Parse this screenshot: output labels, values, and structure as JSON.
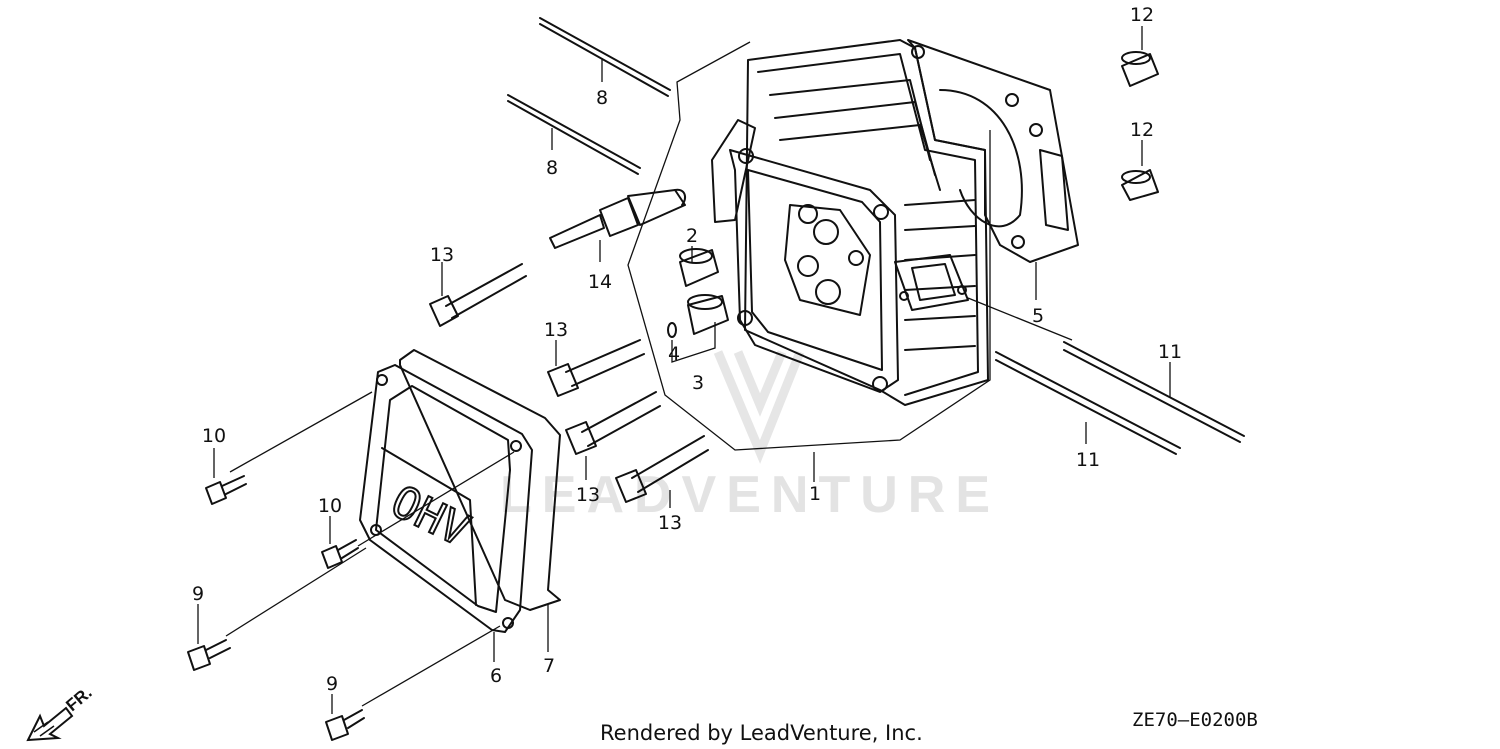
{
  "parts": [
    {
      "id": "part-1",
      "label": "1"
    },
    {
      "id": "part-2",
      "label": "2"
    },
    {
      "id": "part-3",
      "label": "3"
    },
    {
      "id": "part-4",
      "label": "4"
    },
    {
      "id": "part-5",
      "label": "5"
    },
    {
      "id": "part-6",
      "label": "6"
    },
    {
      "id": "part-7",
      "label": "7"
    },
    {
      "id": "part-8a",
      "label": "8"
    },
    {
      "id": "part-8b",
      "label": "8"
    },
    {
      "id": "part-9a",
      "label": "9"
    },
    {
      "id": "part-9b",
      "label": "9"
    },
    {
      "id": "part-10a",
      "label": "10"
    },
    {
      "id": "part-10b",
      "label": "10"
    },
    {
      "id": "part-11a",
      "label": "11"
    },
    {
      "id": "part-11b",
      "label": "11"
    },
    {
      "id": "part-12a",
      "label": "12"
    },
    {
      "id": "part-12b",
      "label": "12"
    },
    {
      "id": "part-13a",
      "label": "13"
    },
    {
      "id": "part-13b",
      "label": "13"
    },
    {
      "id": "part-13c",
      "label": "13"
    },
    {
      "id": "part-13d",
      "label": "13"
    },
    {
      "id": "part-14",
      "label": "14"
    }
  ],
  "cover_text": "OHV",
  "direction_label": "FR.",
  "watermark": "LEADVENTURE",
  "footer": {
    "rendered_by": "Rendered by LeadVenture, Inc.",
    "diagram_code": "ZE70—E0200B"
  }
}
